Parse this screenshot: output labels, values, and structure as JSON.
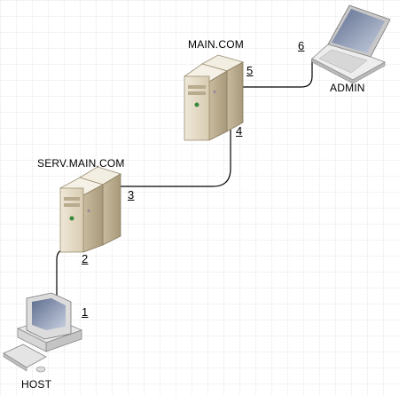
{
  "nodes": {
    "main_server": {
      "label": "MAIN.COM"
    },
    "serv_server": {
      "label": "SERV.MAIN.COM"
    },
    "admin_laptop": {
      "label": "ADMIN"
    },
    "host_pc": {
      "label": "HOST"
    }
  },
  "ports": [
    "1",
    "2",
    "3",
    "4",
    "5",
    "6"
  ],
  "colors": {
    "grid": "#d3d3d3",
    "line": "#000000",
    "server_body": "#e6dcc8",
    "server_dark": "#b9ab8e",
    "laptop_body": "#ececec",
    "screen": "#9aa6bf"
  }
}
